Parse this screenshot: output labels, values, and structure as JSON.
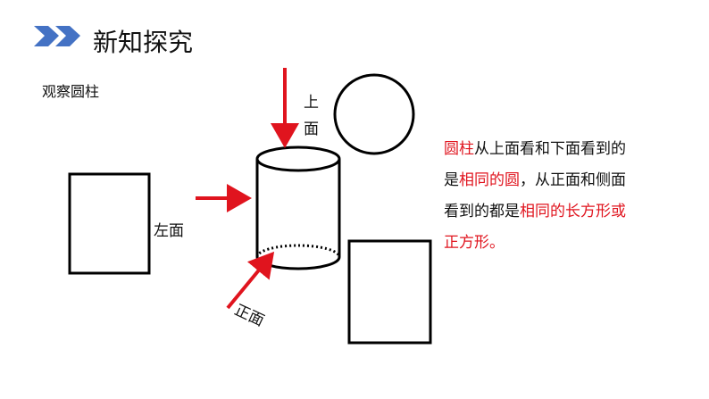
{
  "title": "新知探究",
  "subtitle": "观察圆柱",
  "labels": {
    "left": "左面",
    "top_1": "上",
    "top_2": "面",
    "front": "正面"
  },
  "description": [
    [
      {
        "t": "圆柱",
        "red": true
      },
      {
        "t": "从上面看和下面看到的",
        "red": false
      }
    ],
    [
      {
        "t": "是",
        "red": false
      },
      {
        "t": "相同的圆",
        "red": true
      },
      {
        "t": "，从正面和侧面",
        "red": false
      }
    ],
    [
      {
        "t": "看到的都是",
        "red": false
      },
      {
        "t": "相同的长方形或",
        "red": true
      }
    ],
    [
      {
        "t": "正方形。",
        "red": true
      }
    ]
  ],
  "colors": {
    "accent": "#4472c4",
    "arrow": "#e0141e"
  }
}
